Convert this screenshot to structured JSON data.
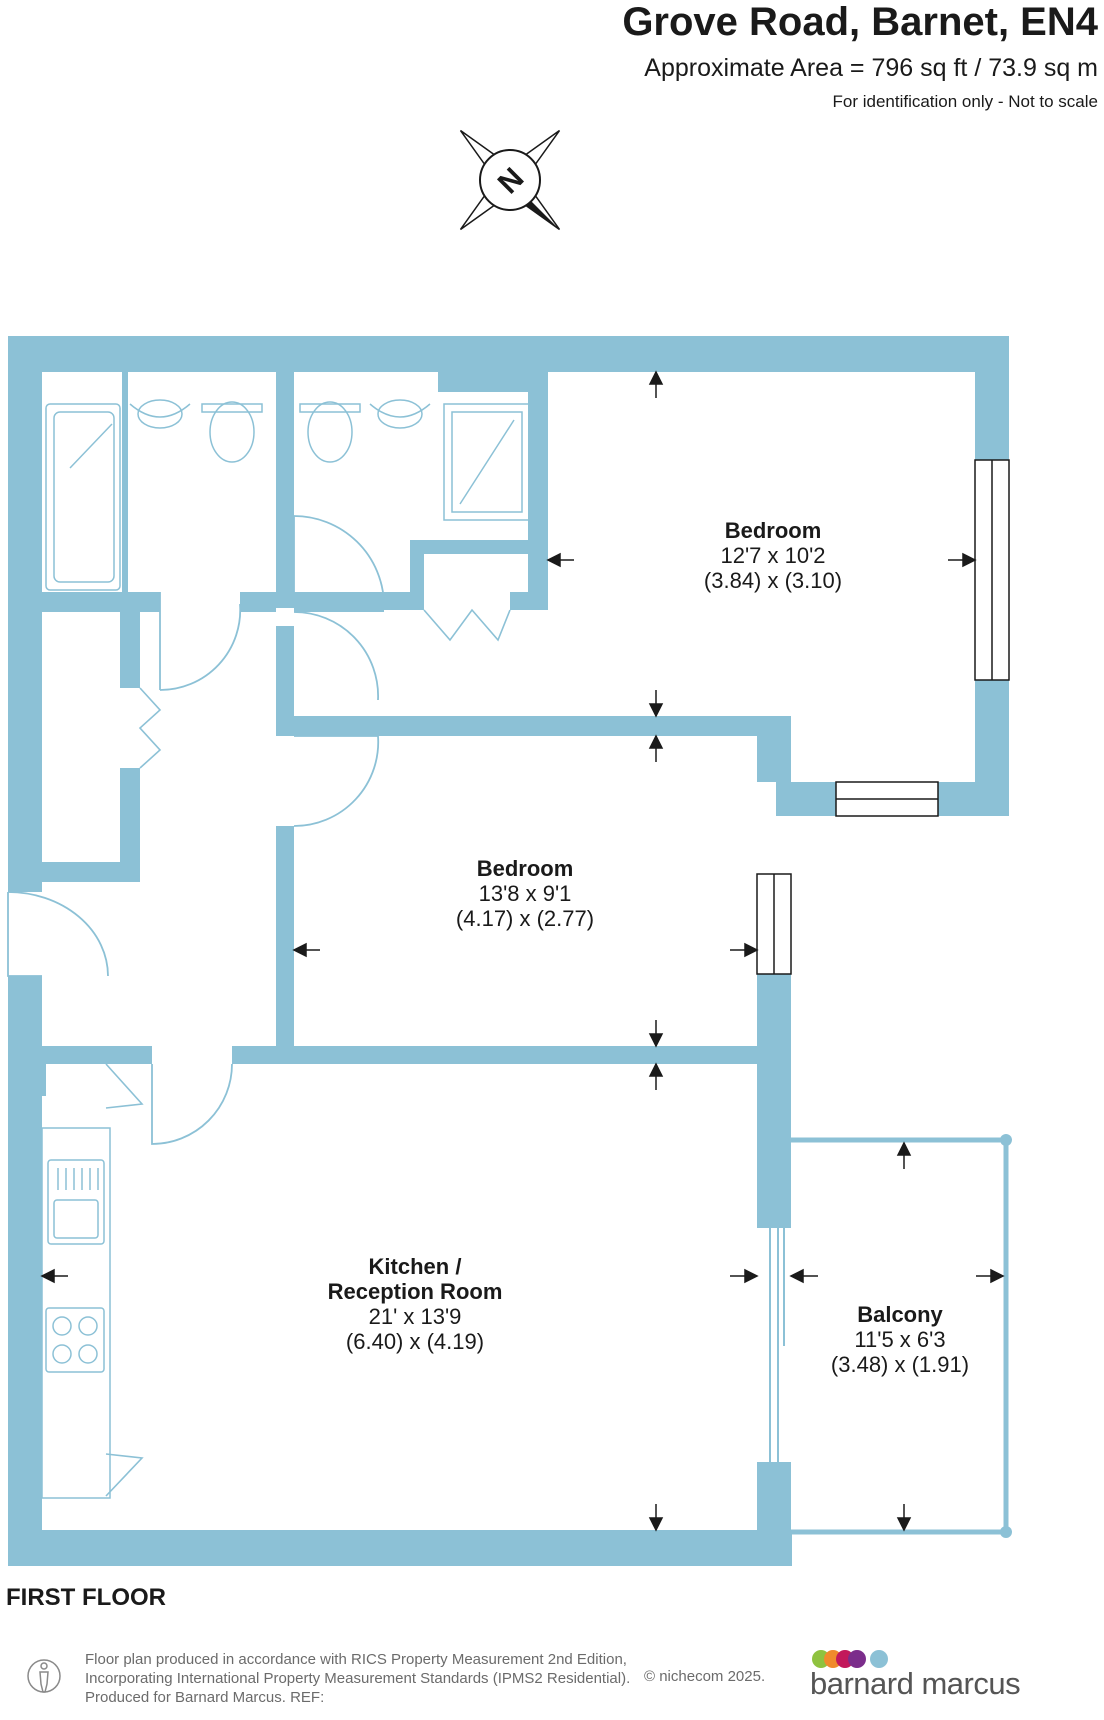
{
  "header": {
    "title": "Grove Road, Barnet, EN4",
    "area": "Approximate Area = 796 sq ft / 73.9 sq m",
    "note": "For identification only - Not to scale"
  },
  "compass": {
    "label": "N",
    "icon": "north-compass-icon"
  },
  "rooms": [
    {
      "name": "Bedroom",
      "imperial": "12'7 x 10'2",
      "metric": "(3.84) x (3.10)"
    },
    {
      "name": "Bedroom",
      "imperial": "13'8 x 9'1",
      "metric": "(4.17) x (2.77)"
    },
    {
      "name": "Kitchen /",
      "name2": "Reception Room",
      "imperial": "21' x 13'9",
      "metric": "(6.40) x (4.19)"
    },
    {
      "name": "Balcony",
      "imperial": "11'5 x 6'3",
      "metric": "(3.48) x (1.91)"
    }
  ],
  "floor_label": "FIRST FLOOR",
  "footer": {
    "line1": "Floor plan produced in accordance with RICS Property Measurement 2nd Edition,",
    "line2": "Incorporating International Property Measurement Standards (IPMS2 Residential).",
    "line3": "Produced for Barnard Marcus.   REF:",
    "copyright": "© nichecom 2025.",
    "brand": "barnard marcus"
  },
  "colors": {
    "wall": "#8cc1d6",
    "fixture_stroke": "#8cc1d6",
    "text": "#1a1a1a",
    "brand_dots": [
      "#8fc23f",
      "#f08a2c",
      "#c2185b",
      "#7b2d8b",
      "#8cc1d6"
    ]
  }
}
